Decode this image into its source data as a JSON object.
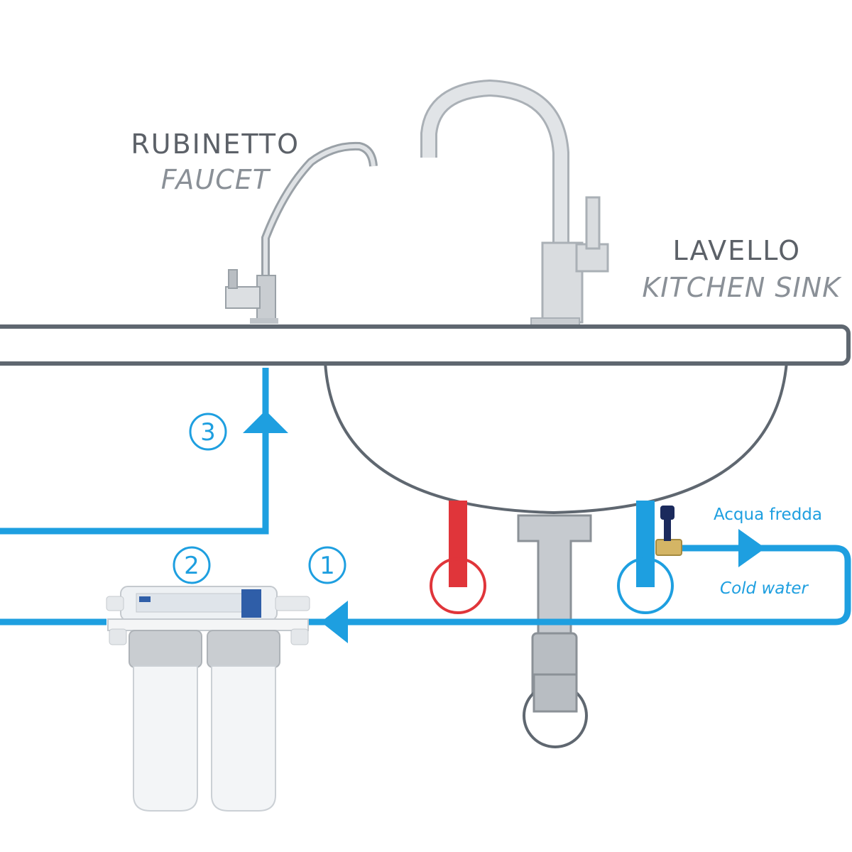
{
  "labels": {
    "faucet_it": "RUBINETTO",
    "faucet_en": "FAUCET",
    "sink_it": "LAVELLO",
    "sink_en": "KITCHEN SINK",
    "cold_it": "Acqua fredda",
    "cold_en": "Cold water"
  },
  "steps": [
    "1",
    "2",
    "3"
  ],
  "colors": {
    "water_blue": "#1e9fe0",
    "hot_red": "#e0353a",
    "counter_gray": "#5f6770",
    "text_gray": "#5c6168",
    "metal_light": "#d4d7da",
    "metal_stroke": "#aab0b6",
    "filter_white": "#f3f5f7",
    "filter_cap": "#c9cdd1"
  },
  "icons": [
    "flow-arrow-icon",
    "valve-icon",
    "step-circle-icon"
  ]
}
